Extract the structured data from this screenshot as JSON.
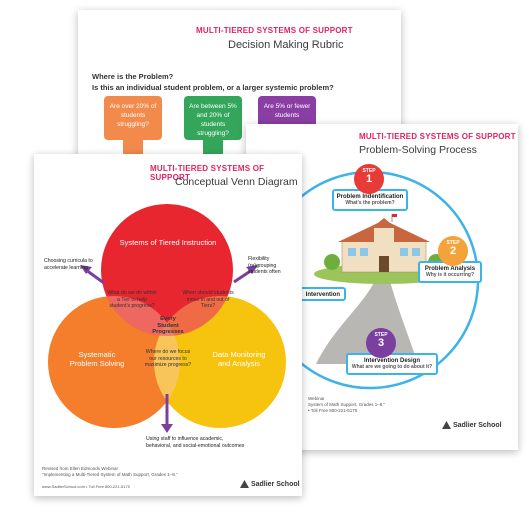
{
  "rubric": {
    "header": "MULTI-TIERED SYSTEMS OF SUPPORT",
    "title": "Decision Making Rubric",
    "question_line1": "Where is the Problem?",
    "question_line2": "Is this an individual student problem, or a larger systemic problem?",
    "bubbles": [
      {
        "text": "Are over 20% of students struggling?",
        "color": "#f28a4c"
      },
      {
        "text": "Are between 5% and 20% of students struggling?",
        "color": "#33a65b"
      },
      {
        "text": "Are 5% or fewer students",
        "color": "#8a3ea3"
      }
    ]
  },
  "process": {
    "header": "MULTI-TIERED SYSTEMS OF SUPPORT",
    "title": "Problem-Solving Process",
    "ring_color": "#3db3e8",
    "steps": [
      {
        "label": "STEP",
        "num": "1",
        "title": "Problem Indentification",
        "question": "What's the problem?",
        "color": "#e83a37"
      },
      {
        "label": "STEP",
        "num": "2",
        "title": "Problem Analysis",
        "question": "Why is it occurring?",
        "color": "#f3a33a"
      },
      {
        "label": "STEP",
        "num": "3",
        "title": "Intervention Design",
        "question": "What are we going to do about it?",
        "color": "#7b3fa0"
      }
    ],
    "step4_partial": "Intervention",
    "credit_line1": "Webinar",
    "credit_line2": "System of Math Support, Grades 1–8.\"",
    "credit_line3": "• Toll Free 800-221-5175",
    "logo": "Sadlier School"
  },
  "venn": {
    "header": "MULTI-TIERED SYSTEMS OF SUPPORT",
    "title": "Conceptual Venn Diagram",
    "circle_top": "Systems of Tiered Instruction",
    "circle_left": "Systematic Problem Solving",
    "circle_right": "Data Monitoring and Analysis",
    "q_top_left": "What do we do within a Tier to help student's progress?",
    "q_top_right": "When should students move in and out of Tiers?",
    "q_bottom": "Where do we focus our resources to maximize progress?",
    "center": "Every Student Progresses",
    "side_left": "Choosing curricula to accelerate learning",
    "side_right": "Flexibility (re)grouping students often",
    "side_bottom": "Using staff to influence academic, behavioral, and social-emotional outcomes",
    "credit_line1": "Revised from Ellen Edmonds Webinar",
    "credit_line2": "\"Implementing a Multi-Tiered System of Math Support, Grades 1–8.\"",
    "url": "www.SadlierSchool.com • Toll Free 800-221-5175",
    "logo": "Sadlier School",
    "colors": {
      "red": "#e8262f",
      "orange": "#f47e2c",
      "yellow": "#f6c40f"
    }
  }
}
